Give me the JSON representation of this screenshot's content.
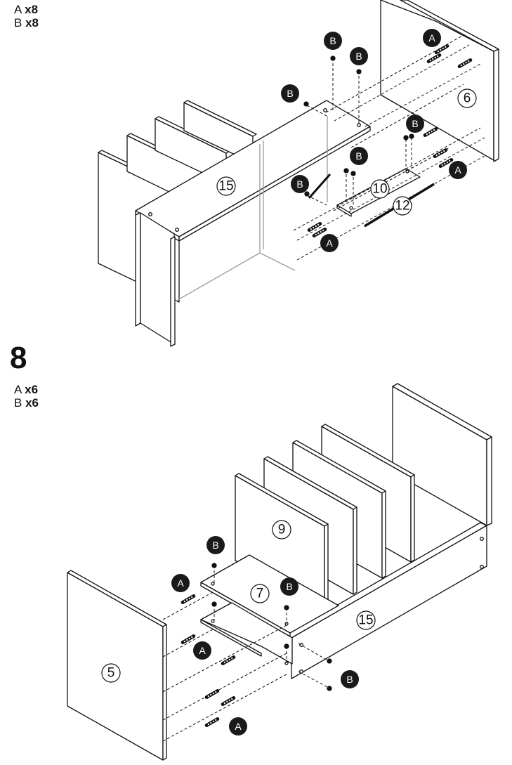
{
  "step7": {
    "hardware": [
      {
        "letter": "A",
        "qty": "x8"
      },
      {
        "letter": "B",
        "qty": "x8"
      }
    ],
    "parts": {
      "p15": "15",
      "p6": "6",
      "p10": "10",
      "p12": "12"
    }
  },
  "step8": {
    "number": "8",
    "hardware": [
      {
        "letter": "A",
        "qty": "x6"
      },
      {
        "letter": "B",
        "qty": "x6"
      }
    ],
    "parts": {
      "p9": "9",
      "p7": "7",
      "p15": "15",
      "p5": "5"
    }
  },
  "labels": {
    "a": "A",
    "b": "B"
  },
  "colors": {
    "ink": "#111111",
    "badge": "#1a1a1a",
    "panel": "#ffffff"
  }
}
